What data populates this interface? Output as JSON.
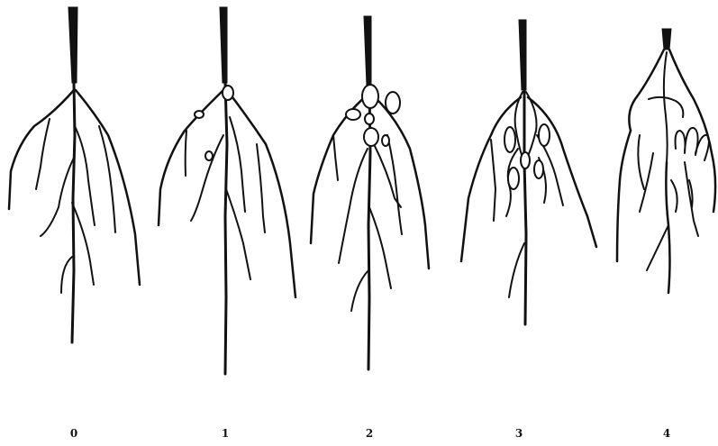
{
  "figure": {
    "scale_labels": [
      "0",
      "1",
      "2",
      "3",
      "4"
    ]
  }
}
